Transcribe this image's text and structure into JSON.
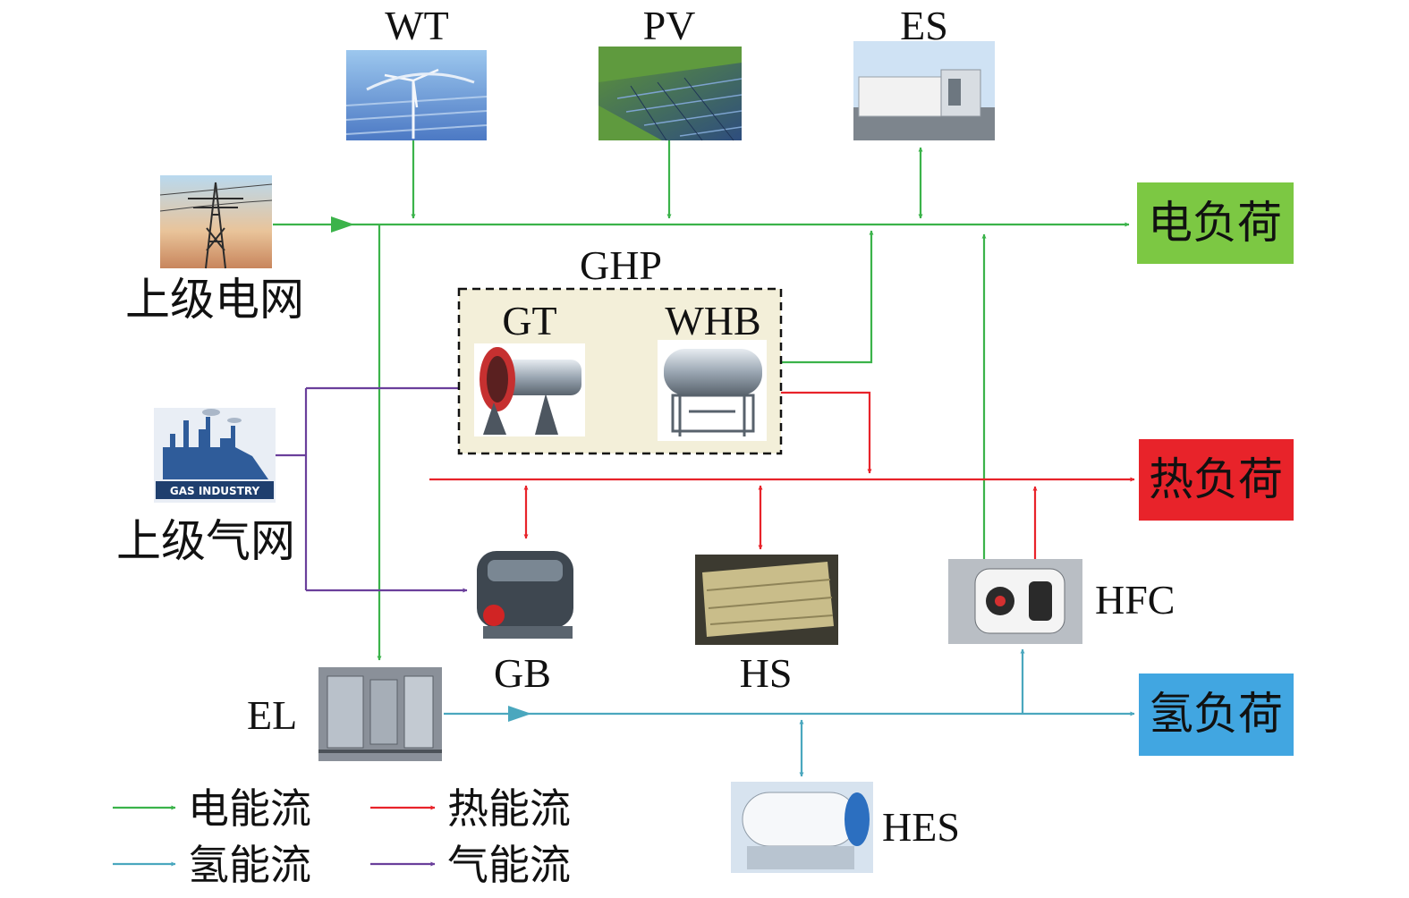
{
  "colors": {
    "electric": "#3bb34a",
    "heat": "#e8232a",
    "hydrogen": "#4aa7be",
    "gas": "#6a3f9b",
    "ghp_fill": "#f3efd9",
    "elec_load_fill": "#7cc843",
    "heat_load_fill": "#e8232a",
    "h2_load_fill": "#41a6e1"
  },
  "sources": {
    "grid": {
      "label": "上级电网",
      "icon": "transmission-tower-icon"
    },
    "gas": {
      "label": "上级气网",
      "icon": "gas-industry-icon",
      "badge": "GAS INDUSTRY"
    }
  },
  "units": {
    "wt": {
      "label": "WT",
      "icon": "wind-turbine-icon"
    },
    "pv": {
      "label": "PV",
      "icon": "solar-panel-icon"
    },
    "es": {
      "label": "ES",
      "icon": "battery-container-icon"
    },
    "ghp": {
      "label": "GHP"
    },
    "gt": {
      "label": "GT",
      "icon": "gas-turbine-icon"
    },
    "whb": {
      "label": "WHB",
      "icon": "waste-heat-boiler-icon"
    },
    "gb": {
      "label": "GB",
      "icon": "gas-boiler-icon"
    },
    "hs": {
      "label": "HS",
      "icon": "heat-storage-icon"
    },
    "hfc": {
      "label": "HFC",
      "icon": "fuel-cell-icon"
    },
    "el": {
      "label": "EL",
      "icon": "electrolyzer-icon"
    },
    "hes": {
      "label": "HES",
      "icon": "hydrogen-tank-icon"
    }
  },
  "loads": {
    "electric": {
      "label": "电负荷"
    },
    "heat": {
      "label": "热负荷"
    },
    "hydrogen": {
      "label": "氢负荷"
    }
  },
  "legend": [
    {
      "label": "电能流",
      "color_key": "electric"
    },
    {
      "label": "热能流",
      "color_key": "heat"
    },
    {
      "label": "氢能流",
      "color_key": "hydrogen"
    },
    {
      "label": "气能流",
      "color_key": "gas"
    }
  ]
}
